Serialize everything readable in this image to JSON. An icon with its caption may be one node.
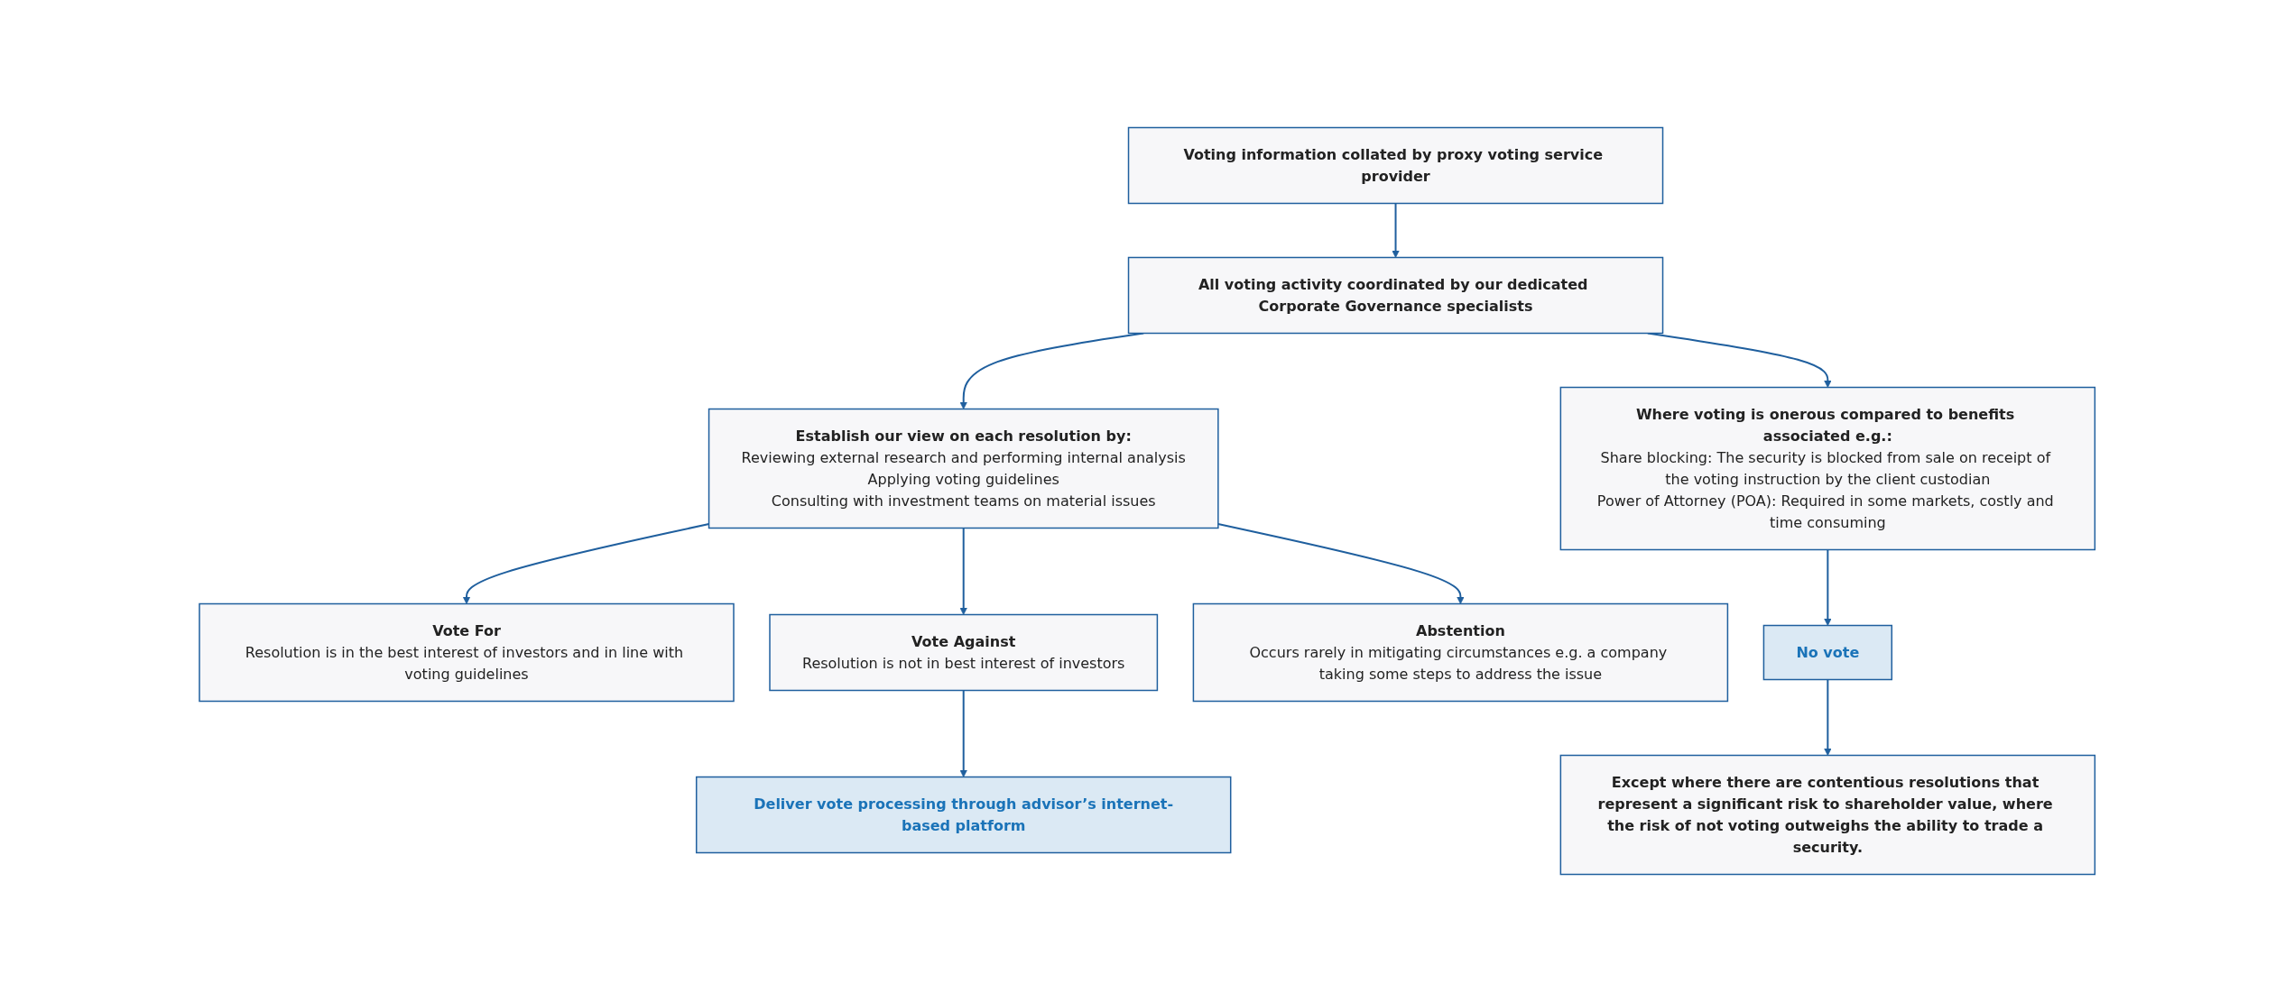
{
  "diagram": {
    "nodes": [
      {
        "text": [
          "Voting information collated by proxy voting service provider"
        ]
      },
      {
        "text": [
          "All voting activity coordinated by our dedicated Corporate Governance specialists"
        ]
      },
      {
        "text": [
          "Establish our view on each resolution by:",
          "Reviewing external research and performing internal analysis",
          "Applying voting guidelines",
          "Consulting with investment teams on material issues"
        ]
      },
      {
        "text": [
          "Where voting is onerous compared to benefits associated e.g.:",
          "Share blocking: The security is blocked from sale on receipt of the voting instruction by the client custodian",
          "Power of Attorney (POA): Required in some markets, costly and time consuming"
        ]
      },
      {
        "text": [
          "Vote For",
          "Resolution is in the best interest of investors and in line with voting guidelines"
        ]
      },
      {
        "text": [
          "Vote Against",
          "Resolution is not in best interest of investors"
        ]
      },
      {
        "text": [
          "Abstention",
          "Occurs rarely in mitigating circumstances e.g. a company taking some steps to address the issue"
        ]
      },
      {
        "text": [
          "No vote"
        ]
      },
      {
        "text": [
          "Deliver vote processing through advisor’s internet-based platform"
        ]
      },
      {
        "text": [
          "Except where there are contentious resolutions that represent a significant risk to shareholder value, where the risk of not voting outweighs the ability to trade a security."
        ]
      }
    ],
    "edges": [
      {
        "from": 0,
        "to": 1,
        "arrow": "to"
      },
      {
        "from": 1,
        "to": 2,
        "arrow": "to"
      },
      {
        "from": 1,
        "to": 3,
        "arrow": "to"
      },
      {
        "from": 2,
        "to": 4,
        "arrow": "to"
      },
      {
        "from": 2,
        "to": 5,
        "arrow": "to"
      },
      {
        "from": 2,
        "to": 6,
        "arrow": "to"
      },
      {
        "from": 3,
        "to": 7,
        "arrow": "to"
      },
      {
        "from": 5,
        "to": 8,
        "arrow": "to"
      },
      {
        "from": 7,
        "to": 9,
        "arrow": "to"
      }
    ]
  }
}
